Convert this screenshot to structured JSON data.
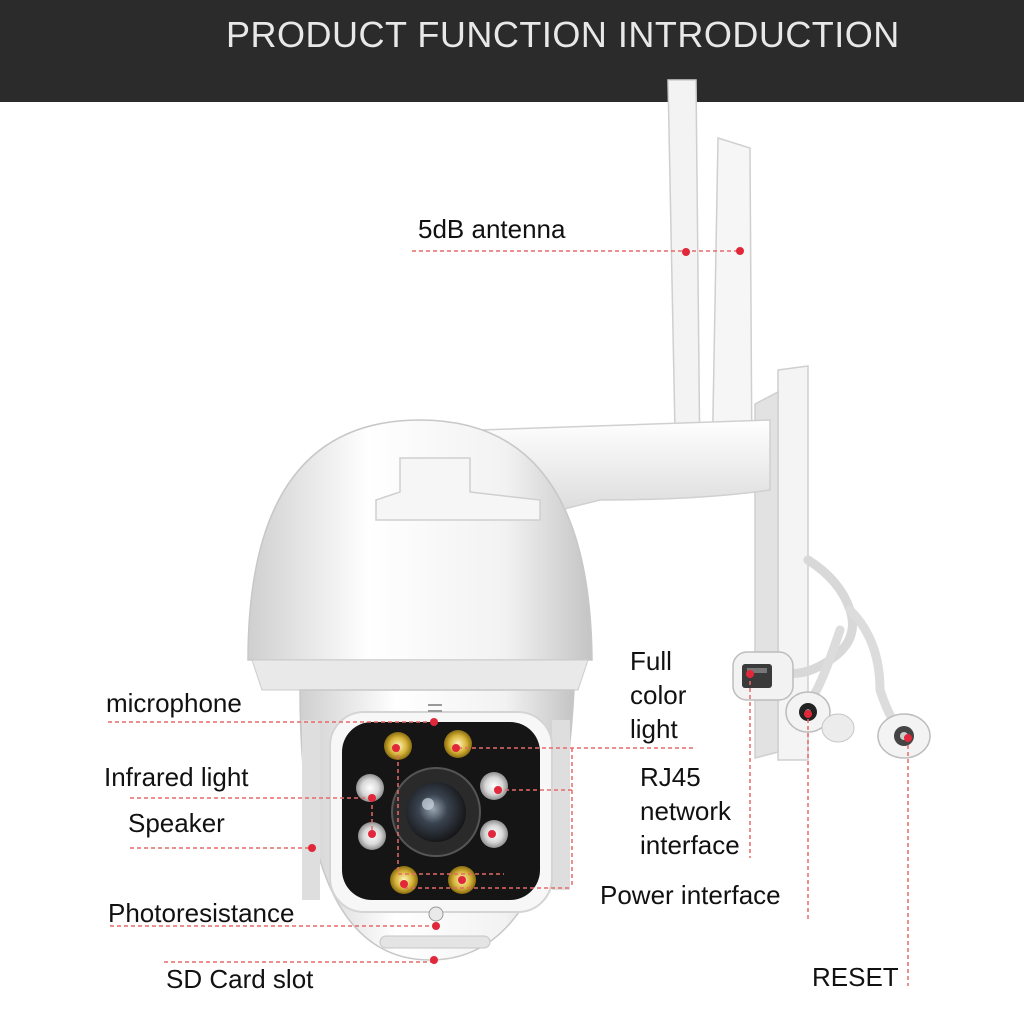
{
  "header": {
    "title": "PRODUCT FUNCTION INTRODUCTION"
  },
  "labels": {
    "antenna": "5dB antenna",
    "microphone": "microphone",
    "infrared": "Infrared light",
    "speaker": "Speaker",
    "photoresistance": "Photoresistance",
    "sd_card": "SD Card slot",
    "full_color": [
      "Full",
      "color",
      "light"
    ],
    "rj45": [
      "RJ45",
      "network",
      "interface"
    ],
    "power": "Power interface",
    "reset": "RESET"
  },
  "colors": {
    "header_bg": "#2b2b2b",
    "header_text": "#e8e8e8",
    "callout_line": "#e56a6a",
    "callout_dot": "#e0283a"
  }
}
